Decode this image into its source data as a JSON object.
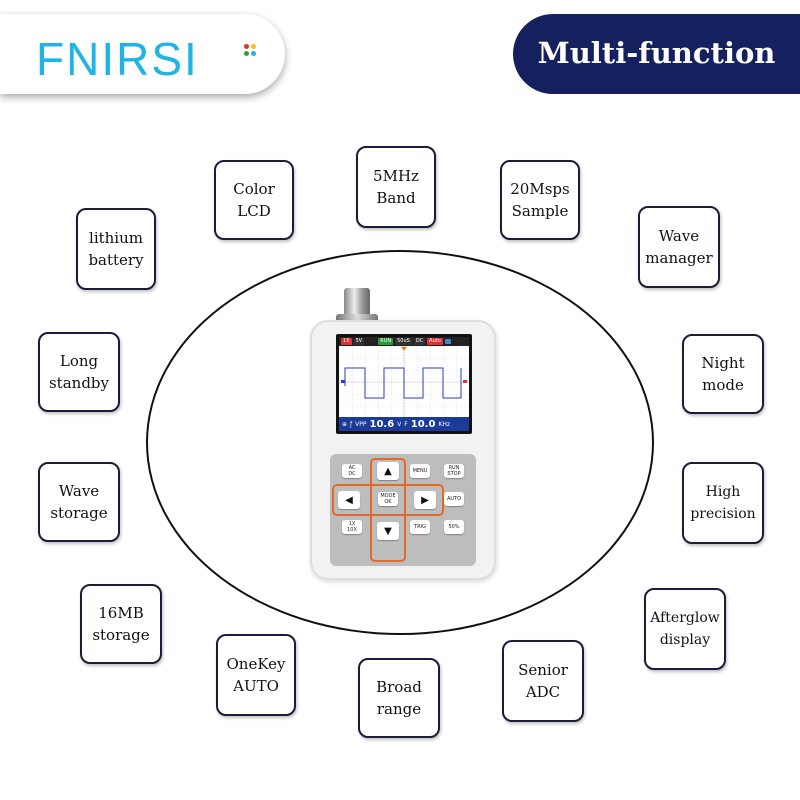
{
  "brand": {
    "logo_text": "FNIRSI",
    "dot_colors": [
      "#e6302a",
      "#f0c419",
      "#3a9a3a",
      "#1fb4e6"
    ]
  },
  "header": {
    "title": "Multi-function"
  },
  "features": [
    {
      "label": "Color\nLCD"
    },
    {
      "label": "5MHz\nBand"
    },
    {
      "label": "20Msps\nSample"
    },
    {
      "label": "lithium\nbattery"
    },
    {
      "label": "Wave\nmanager"
    },
    {
      "label": "Long\nstandby"
    },
    {
      "label": "Night\nmode"
    },
    {
      "label": "Wave\nstorage"
    },
    {
      "label": "High\nprecision"
    },
    {
      "label": "16MB\nstorage"
    },
    {
      "label": "Afterglow\ndisplay"
    },
    {
      "label": "OneKey\nAUTO"
    },
    {
      "label": "Broad\nrange"
    },
    {
      "label": "Senior\nADC"
    }
  ],
  "device": {
    "status": {
      "ch": "1X",
      "volt": "5V",
      "mode": "RUN",
      "time": "50uS",
      "coupling": "DC",
      "trigger": "Auto"
    },
    "readout": {
      "v_label": "VPP",
      "v_value": "10.6",
      "v_unit": "V",
      "f_label": "F",
      "f_value": "10.0",
      "f_unit": "KHz"
    },
    "keys": {
      "acdc": "AC\nDC",
      "menu": "MENU",
      "runstop": "RUN\nSTOP",
      "auto": "AUTO",
      "mode_ok": "MODE\nOK",
      "probe": "1X\n10X",
      "trig": "TRIG",
      "fifty": "50%",
      "up": "▲",
      "down": "▼",
      "left": "◀",
      "right": "▶"
    }
  }
}
